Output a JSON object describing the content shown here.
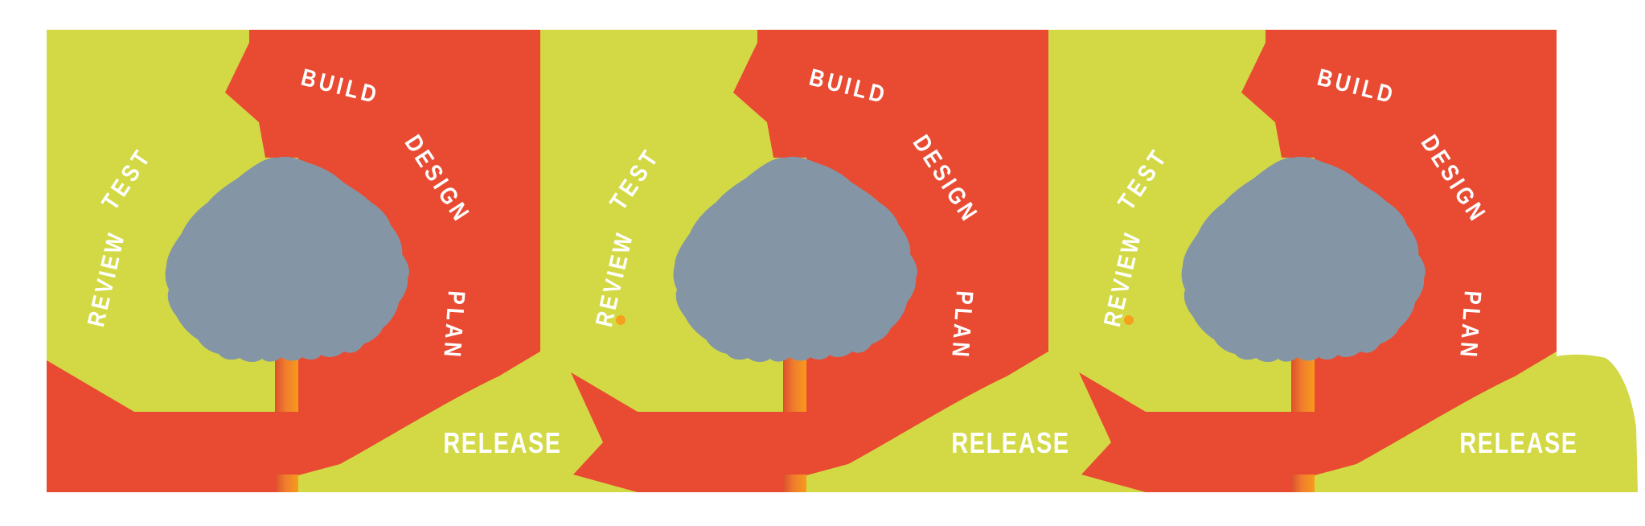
{
  "diagram": {
    "title": "iterative-development-cycle",
    "repeat_count": 3,
    "cycles": [
      {
        "labels": {
          "build": "BUILD",
          "design": "DESIGN",
          "plan": "PLAN",
          "test": "TEST",
          "review": "REVIEW",
          "release": "RELEASE"
        }
      },
      {
        "labels": {
          "build": "BUILD",
          "design": "DESIGN",
          "plan": "PLAN",
          "test": "TEST",
          "review": "REVIEW",
          "release": "RELEASE"
        }
      },
      {
        "labels": {
          "build": "BUILD",
          "design": "DESIGN",
          "plan": "PLAN",
          "test": "TEST",
          "review": "REVIEW",
          "release": "RELEASE"
        }
      }
    ],
    "colors": {
      "lime": "#d3d945",
      "red": "#e94a32",
      "tree_gray": "#8496a5",
      "trunk_dark": "#dd4f2e",
      "trunk_mid": "#ef7d2e",
      "trunk_bright": "#f89a1b",
      "label_text": "#ffffff",
      "junction_dot": "#f5a11d",
      "background": "#ffffff"
    }
  }
}
